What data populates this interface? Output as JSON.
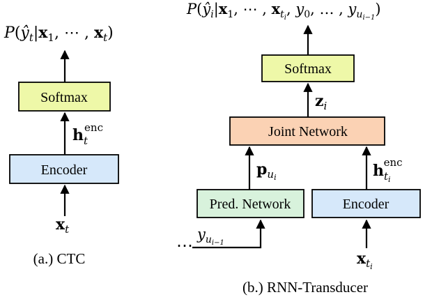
{
  "ctc": {
    "output_label": "P(ŷ_t | x_1, ⋯ , x_t)",
    "softmax_label": "Softmax",
    "encoder_label": "Encoder",
    "hidden_label": "h_t^enc",
    "input_label": "x_t",
    "caption": "(a.) CTC"
  },
  "rnnt": {
    "output_label": "P(ŷ_i | x_1, ⋯ , x_{t_i}, y_0, …, y_{u_{i−1}})",
    "softmax_label": "Softmax",
    "joint_label": "Joint Network",
    "z_label": "z_i",
    "pred_label": "Pred. Network",
    "encoder_label": "Encoder",
    "p_label": "p_{u_i}",
    "h_label": "h_{t_i}^enc",
    "prev_label": "y_{u_{i−1}}",
    "ellipsis": "⋯",
    "input_label": "x_{t_i}",
    "caption": "(b.) RNN-Transducer"
  },
  "colors": {
    "softmax_fill": "#eef8a8",
    "encoder_fill": "#d6e8fa",
    "joint_fill": "#fbd2b4",
    "pred_fill": "#d8f2dc",
    "stroke": "#000000"
  }
}
